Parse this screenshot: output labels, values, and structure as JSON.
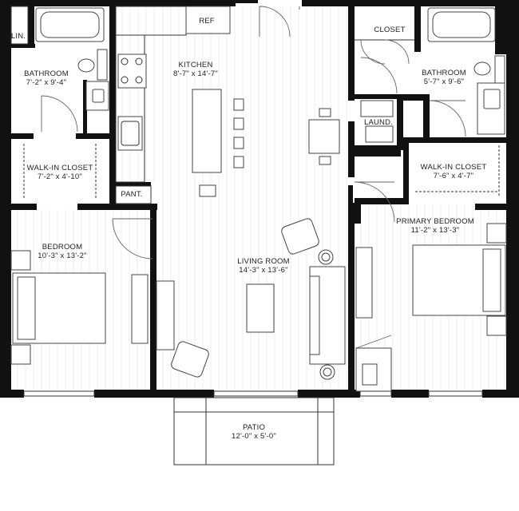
{
  "rooms": {
    "lin": "LIN.",
    "bath_left": {
      "name": "BATHROOM",
      "dims": "7'-2\" x 9'-4\""
    },
    "kitchen": {
      "name": "KITCHEN",
      "dims": "8'-7\" x 14'-7\""
    },
    "ref": "REF",
    "closet": "CLOSET",
    "bath_right": {
      "name": "BATHROOM",
      "dims": "5'-7\" x 9'-6\""
    },
    "laund": "LAUND.",
    "wic_left": {
      "name": "WALK-IN CLOSET",
      "dims": "7'-2\" x 4'-10\""
    },
    "wic_right": {
      "name": "WALK-IN CLOSET",
      "dims": "7'-6\" x 4'-7\""
    },
    "pant": "PANT.",
    "primary_bedroom": {
      "name": "PRIMARY BEDROOM",
      "dims": "11'-2\" x 13'-3\""
    },
    "bedroom": {
      "name": "BEDROOM",
      "dims": "10'-3\" x 13'-2\""
    },
    "living": {
      "name": "LIVING ROOM",
      "dims": "14'-3\" x 13'-6\""
    },
    "patio": {
      "name": "PATIO",
      "dims": "12'-0\" x 5'-0\""
    }
  },
  "colors": {
    "wall": "#111111",
    "line": "#333333",
    "floor_hatch": "#ececec"
  }
}
